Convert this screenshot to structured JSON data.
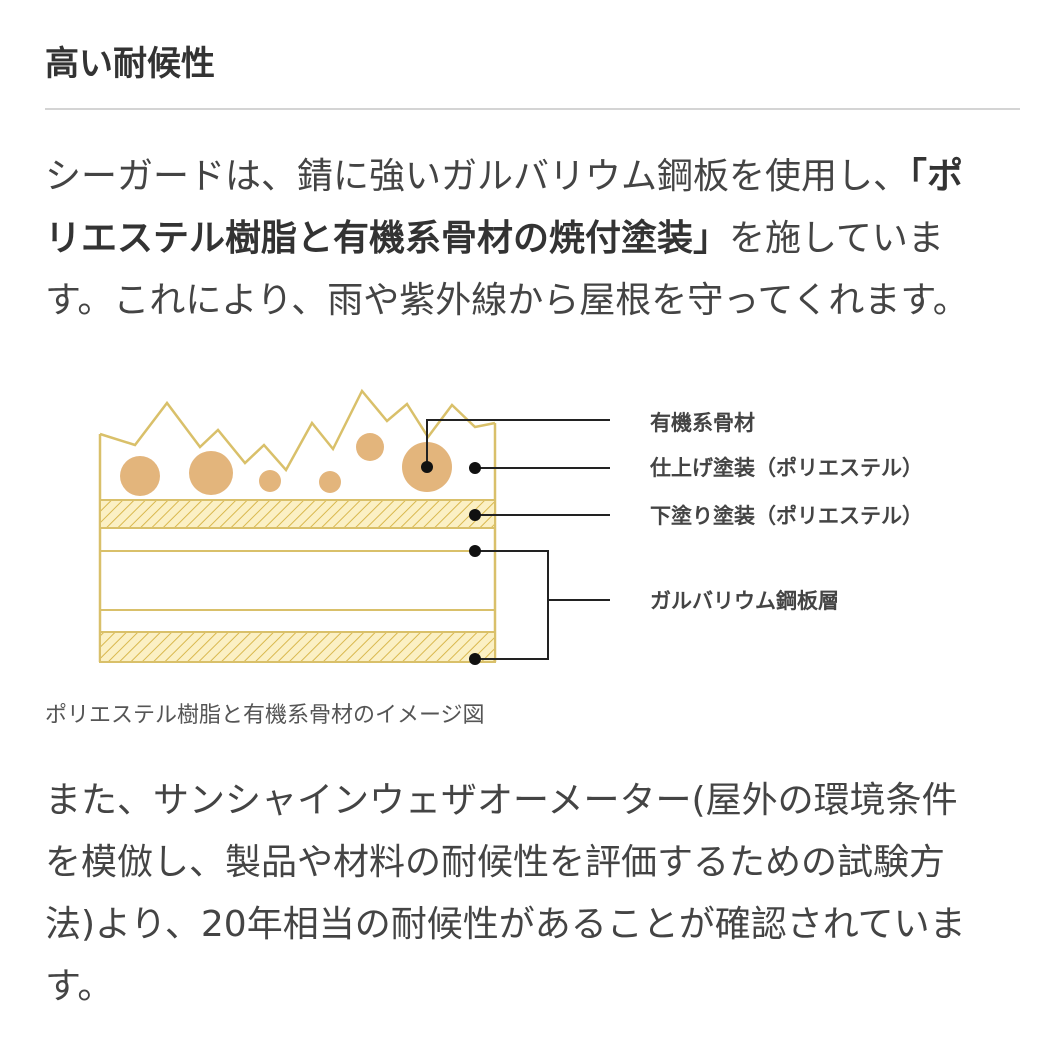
{
  "heading": "高い耐候性",
  "paragraph1": {
    "line1": "シーガードは、錆に強いガルバリウム鋼板を使用し、",
    "line1_bold": "「ポ",
    "line2_bold": "リエステル樹脂と有機系骨材の焼付塗装」",
    "line2": "を施していま",
    "line3": "す。これにより、雨や紫外線から屋根を守ってくれます。"
  },
  "diagram": {
    "labels": {
      "aggregate": "有機系骨材",
      "top_coat": "仕上げ塗装（ポリエステル）",
      "primer": "下塗り塗装（ポリエステル）",
      "steel": "ガルバリウム鋼板層"
    },
    "colors": {
      "outline": "#d9c06a",
      "particle": "#e3b57c",
      "hatch": "#f6e7a6"
    }
  },
  "caption": "ポリエステル樹脂と有機系骨材のイメージ図",
  "paragraph2": {
    "line1": "また、サンシャインウェザオーメーター(屋外の環境条件",
    "line2": "を模倣し、製品や材料の耐候性を評価するための試験方",
    "line3": "法)より、20年相当の耐候性があることが確認されていま",
    "line4": "す。"
  }
}
